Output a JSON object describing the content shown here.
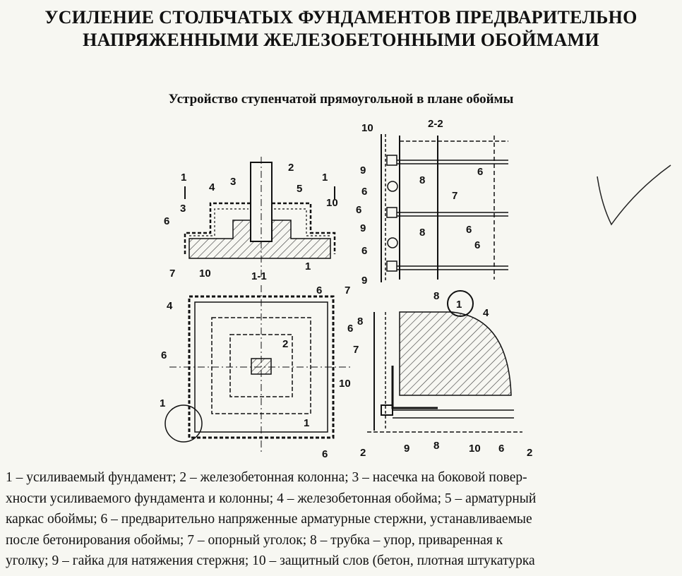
{
  "title": {
    "line1": "УСИЛЕНИЕ СТОЛБЧАТЫХ ФУНДАМЕНТОВ ПРЕДВАРИТЕЛЬНО",
    "line2": "НАПРЯЖЕННЫМИ ЖЕЛЕЗОБЕТОННЫМИ ОБОЙМАМИ"
  },
  "subtitle": "Устройство ступенчатой прямоугольной в плане обоймы",
  "section_labels": {
    "view_1_1": "1-1",
    "view_2_2": "2-2",
    "cut_1": "1",
    "cut_2": "2",
    "callout_1": "1"
  },
  "callouts": {
    "n1": "1",
    "n2": "2",
    "n3": "3",
    "n4": "4",
    "n5": "5",
    "n6": "6",
    "n7": "7",
    "n8": "8",
    "n9": "9",
    "n10": "10"
  },
  "legend": {
    "lines": [
      "1 – усиливаемый фундамент; 2 – железобетонная колонна; 3 – насечка на боковой повер-",
      "хности усиливаемого фундамента и колонны; 4 – железобетонная обойма; 5 – арматурный",
      "каркас обоймы; 6 – предварительно напряженные арматурные стержни, устанавливаемые",
      "после бетонирования обоймы; 7 – опорный уголок; 8 – трубка – упор, приваренная к",
      "уголку; 9 – гайка для натяжения стержня; 10 – защитный слов (бетон, плотная штукатурка"
    ]
  }
}
